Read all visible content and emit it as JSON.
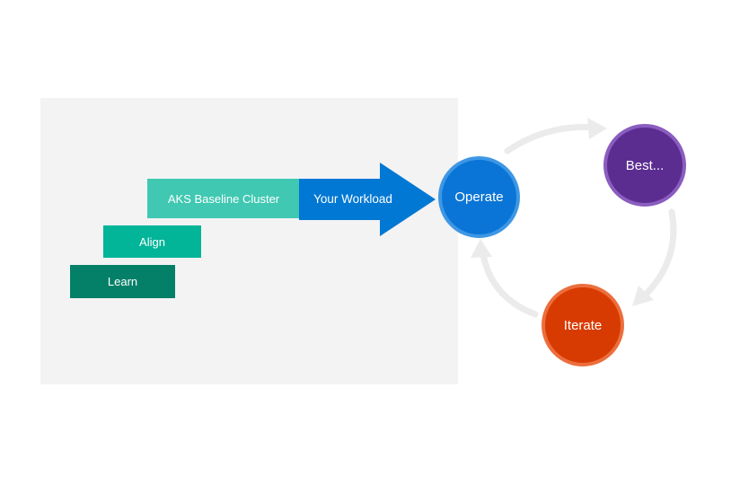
{
  "steps": {
    "learn": "Learn",
    "align": "Align",
    "aks_baseline": "AKS Baseline Cluster",
    "your_workload": "Your Workload"
  },
  "cycle": {
    "operate": "Operate",
    "best": "Best...",
    "iterate": "Iterate"
  },
  "colors": {
    "panel_background": "#f3f3f3",
    "learn": "#058068",
    "align": "#02b498",
    "aks_baseline": "#40c8b2",
    "workload_arrow": "#0078d4",
    "operate": "#0a75d6",
    "best": "#5c2d91",
    "iterate": "#d83b01",
    "cycle_arrows": "#ebebeb"
  }
}
